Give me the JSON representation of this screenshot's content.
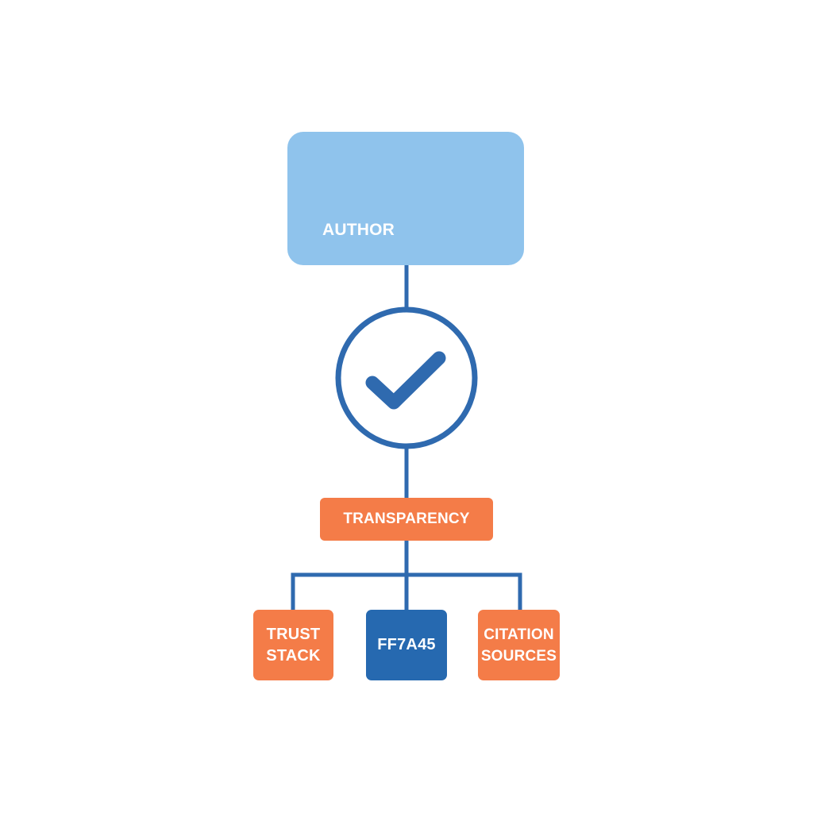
{
  "colors": {
    "author_fill": "#8fc3ec",
    "line_blue": "#2f6aaf",
    "orange": "#f47c48",
    "dark_blue": "#2669b0",
    "white": "#ffffff"
  },
  "icons": {
    "check": "check-circle-icon"
  },
  "nodes": {
    "author": {
      "label": "AUTHOR"
    },
    "transparency": {
      "label": "TRANSPARENCY"
    },
    "leaves": [
      {
        "label": "TRUST\nSTACK"
      },
      {
        "label": "FF7A45"
      },
      {
        "label": "CITATION\nSOURCES"
      }
    ]
  }
}
